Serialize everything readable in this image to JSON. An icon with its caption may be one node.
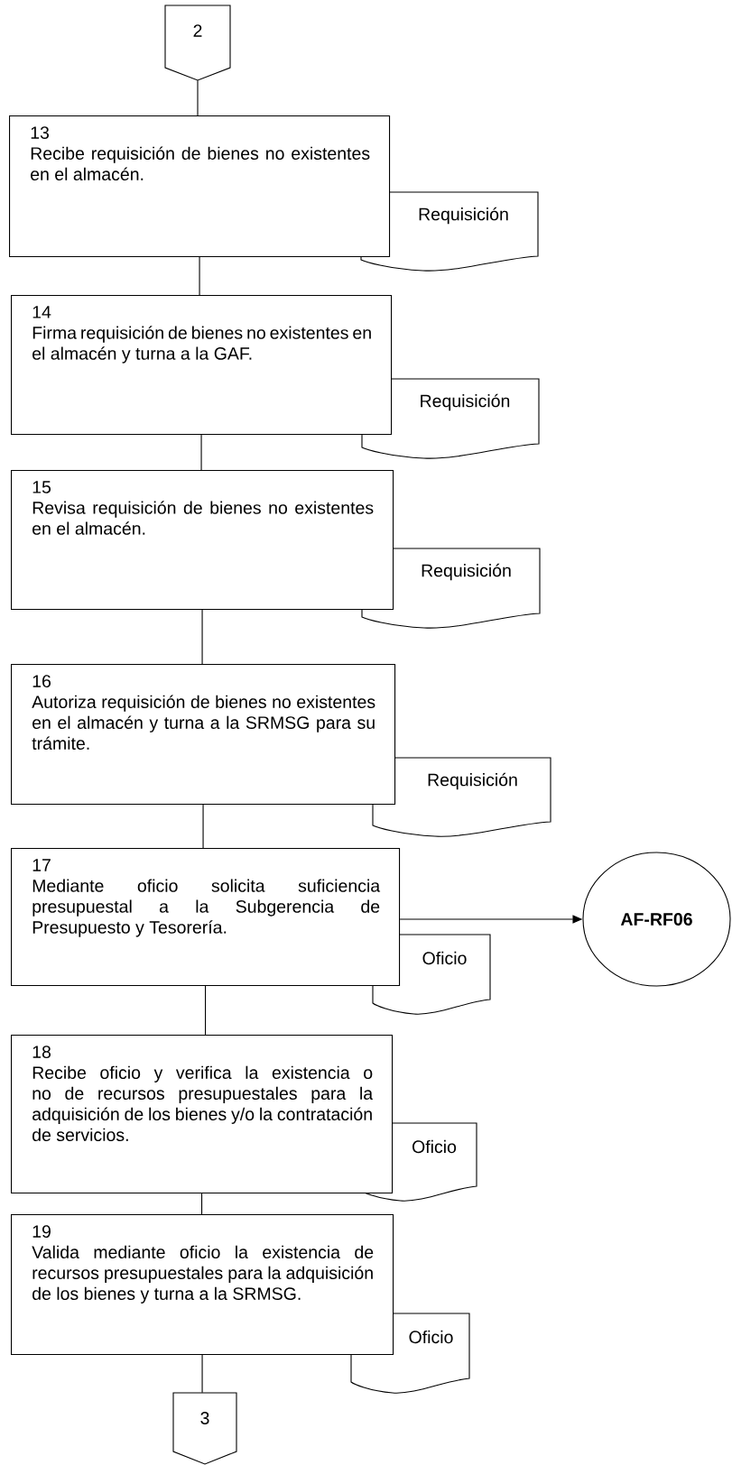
{
  "diagram": {
    "nodes": [
      {
        "text": [
          "2"
        ]
      },
      {
        "text": [
          "13",
          "Recibe requisición de bienes no existentes en el almacén."
        ]
      },
      {
        "text": [
          "Requisición"
        ]
      },
      {
        "text": [
          "14",
          "Firma requisición de bienes no existentes en el almacén y turna a la GAF."
        ]
      },
      {
        "text": [
          "Requisición"
        ]
      },
      {
        "text": [
          "15",
          "Revisa requisición de bienes no existentes en el almacén."
        ]
      },
      {
        "text": [
          "Requisición"
        ]
      },
      {
        "text": [
          "16",
          "Autoriza requisición de bienes no existentes en el almacén y turna a la SRMSG para su trámite."
        ]
      },
      {
        "text": [
          "Requisición"
        ]
      },
      {
        "text": [
          "17",
          "Mediante oficio solicita suficiencia presupuestal a la Subgerencia de Presupuesto y Tesorería."
        ]
      },
      {
        "text": [
          "AF-RF06"
        ]
      },
      {
        "text": [
          "Oficio"
        ]
      },
      {
        "text": [
          "18",
          "Recibe oficio y verifica la existencia o no de recursos presupuestales para la adquisición de los bienes y/o la contratación de servicios."
        ]
      },
      {
        "text": [
          "Oficio"
        ]
      },
      {
        "text": [
          "19",
          "Valida mediante oficio la existencia de recursos presupuestales para la adquisición de los bienes y turna a la SRMSG."
        ]
      },
      {
        "text": [
          "Oficio"
        ]
      },
      {
        "text": [
          "3"
        ]
      }
    ],
    "edges": [
      {
        "from": 0,
        "to": 1,
        "arrow": "none"
      },
      {
        "from": 1,
        "to": 3,
        "arrow": "none"
      },
      {
        "from": 3,
        "to": 5,
        "arrow": "none"
      },
      {
        "from": 5,
        "to": 7,
        "arrow": "none"
      },
      {
        "from": 7,
        "to": 9,
        "arrow": "none"
      },
      {
        "from": 9,
        "to": 10,
        "arrow": "to"
      },
      {
        "from": 9,
        "to": 12,
        "arrow": "none"
      },
      {
        "from": 12,
        "to": 14,
        "arrow": "none"
      },
      {
        "from": 14,
        "to": 16,
        "arrow": "none"
      }
    ]
  }
}
